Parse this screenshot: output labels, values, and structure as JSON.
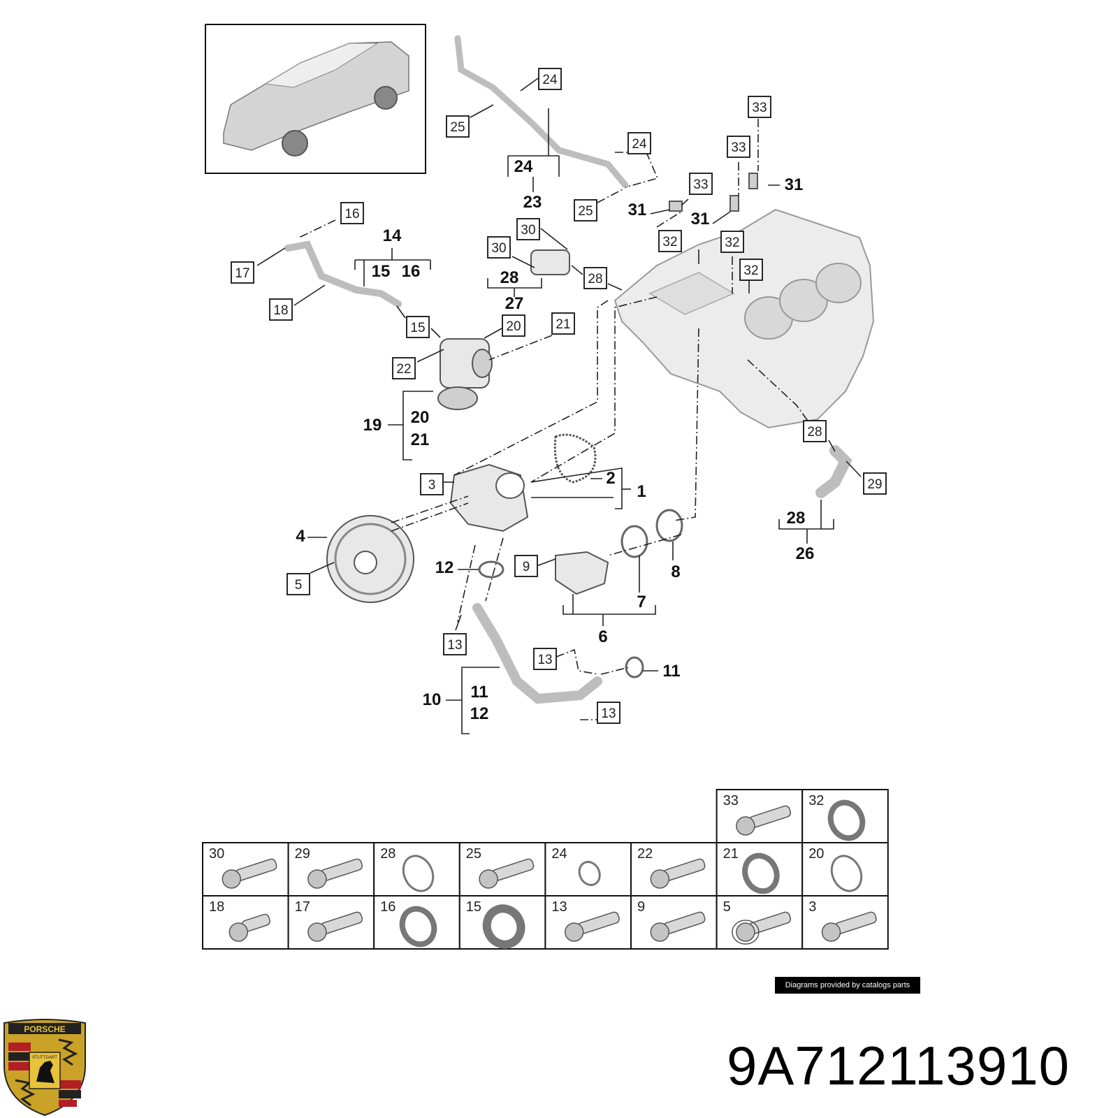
{
  "part_number": "9A712113910",
  "credit": "Diagrams provided by catalogs parts",
  "logo": {
    "top_text": "PORSCHE",
    "shield_text": "STUTTGART"
  },
  "callouts": {
    "b3": "3",
    "b5": "5",
    "b9": "9",
    "b13a": "13",
    "b13b": "13",
    "b13c": "13",
    "b15": "15",
    "b16": "16",
    "b17": "17",
    "b18": "18",
    "b20": "20",
    "b21": "21",
    "b22": "22",
    "b24a": "24",
    "b24b": "24",
    "b25a": "25",
    "b25b": "25",
    "b28a": "28",
    "b28b": "28",
    "b29": "29",
    "b30a": "30",
    "b30b": "30",
    "b32a": "32",
    "b32b": "32",
    "b32c": "32",
    "b33a": "33",
    "b33b": "33",
    "b33c": "33"
  },
  "labels": {
    "l1": "1",
    "l2": "2",
    "l4": "4",
    "l6": "6",
    "l7": "7",
    "l8": "8",
    "l10": "10",
    "l11a": "11",
    "l11b": "11",
    "l12a": "12",
    "l12b": "12",
    "l14": "14",
    "l15": "15",
    "l16": "16",
    "l19": "19",
    "l20": "20",
    "l21": "21",
    "l23": "23",
    "l24": "24",
    "l26": "26",
    "l27": "27",
    "l28a": "28",
    "l28b": "28",
    "l31a": "31",
    "l31b": "31",
    "l31c": "31"
  },
  "parts_grid": {
    "top_row": [
      "33",
      "32"
    ],
    "row1": [
      "30",
      "29",
      "28",
      "25",
      "24",
      "22",
      "21",
      "20"
    ],
    "row2": [
      "18",
      "17",
      "16",
      "15",
      "13",
      "9",
      "5",
      "3"
    ],
    "top_row_icons": [
      "bolt",
      "ring-thick"
    ],
    "row1_icons": [
      "bolt",
      "bolt",
      "ring",
      "bolt",
      "ring-small",
      "bolt",
      "ring-thick",
      "ring"
    ],
    "row2_icons": [
      "bolt-short",
      "bolt",
      "ring-thick",
      "ring-seal",
      "bolt",
      "bolt",
      "bolt-flange",
      "bolt"
    ]
  }
}
